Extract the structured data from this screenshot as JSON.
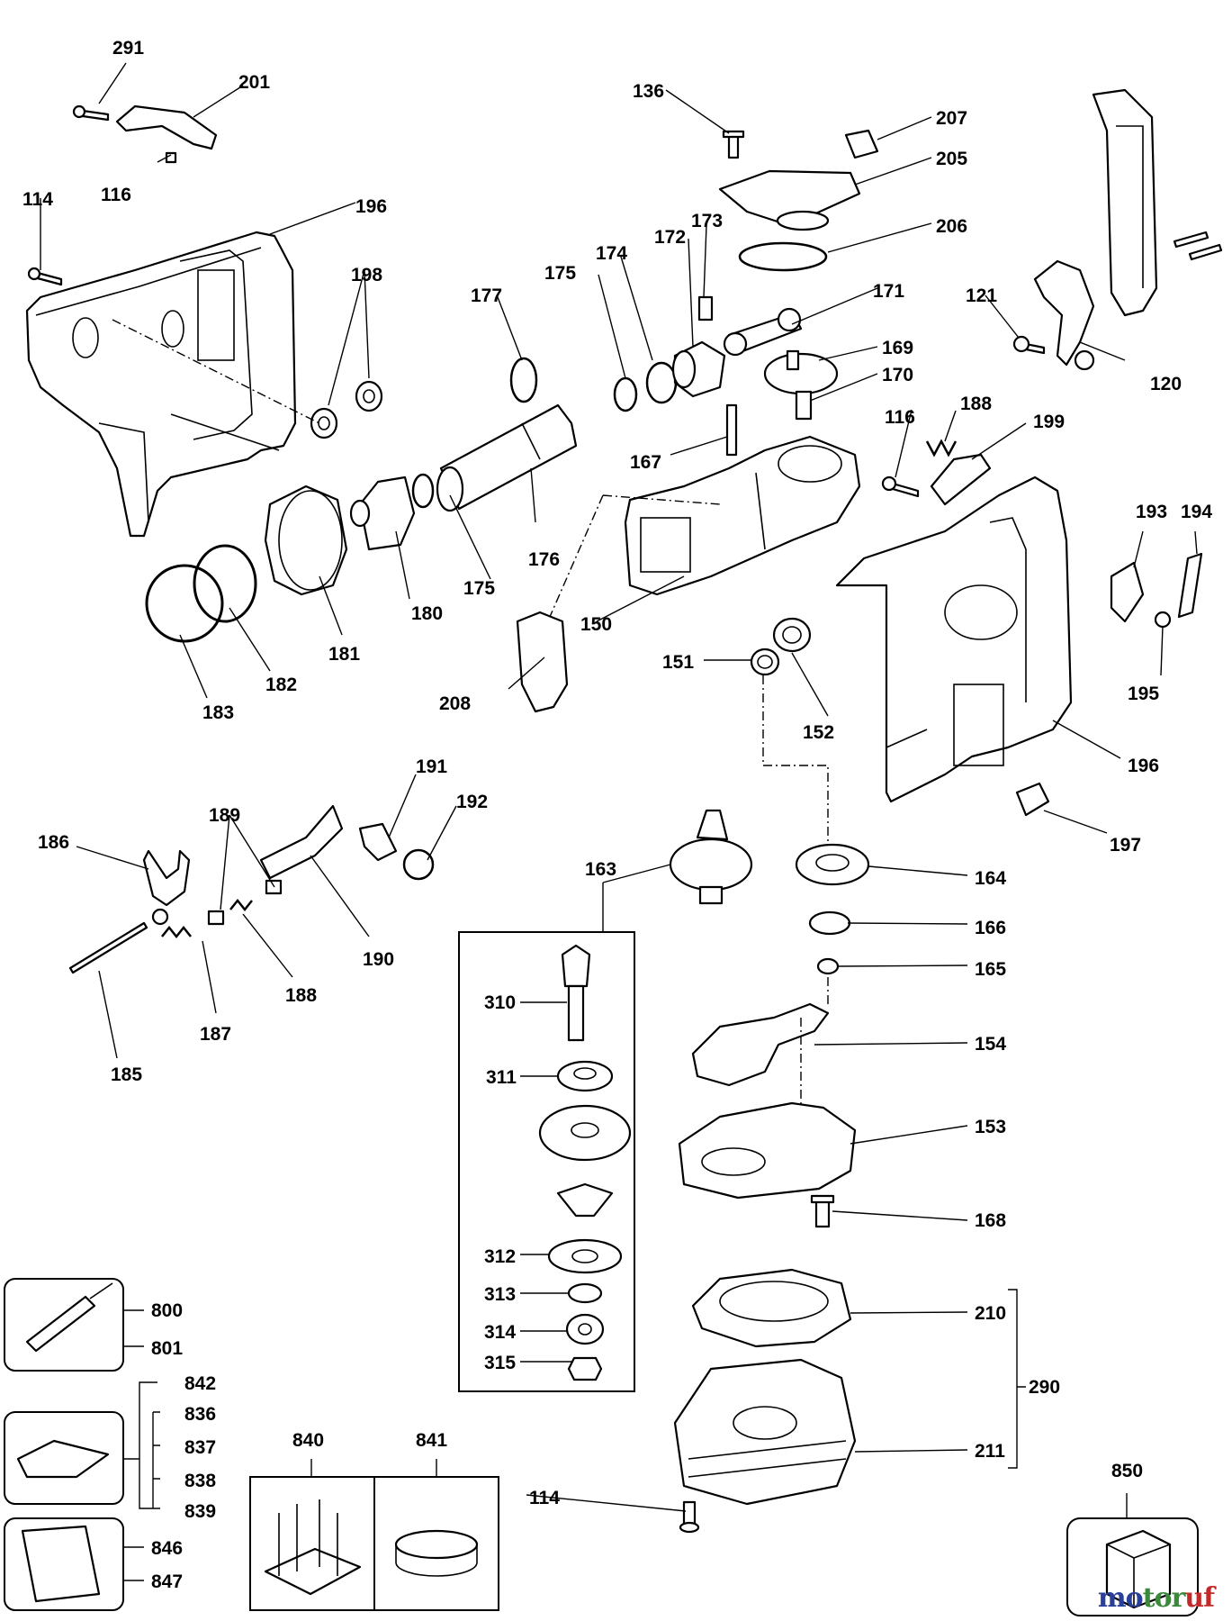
{
  "labels": {
    "l291": "291",
    "l201": "201",
    "l116a": "116",
    "l114a": "114",
    "l196a": "196",
    "l198": "198",
    "l136": "136",
    "l207": "207",
    "l205": "205",
    "l206": "206",
    "l177": "177",
    "l175a": "175",
    "l174": "174",
    "l172": "172",
    "l173": "173",
    "l171": "171",
    "l169": "169",
    "l170": "170",
    "l167": "167",
    "l121": "121",
    "l120": "120",
    "l116b": "116",
    "l188a": "188",
    "l199": "199",
    "l176": "176",
    "l175b": "175",
    "l180": "180",
    "l181": "181",
    "l182": "182",
    "l183": "183",
    "l150": "150",
    "l208": "208",
    "l151": "151",
    "l152": "152",
    "l193": "193",
    "l194": "194",
    "l195": "195",
    "l196b": "196",
    "l197": "197",
    "l191": "191",
    "l192": "192",
    "l189": "189",
    "l186": "186",
    "l190": "190",
    "l188b": "188",
    "l187": "187",
    "l185": "185",
    "l163": "163",
    "l164": "164",
    "l166": "166",
    "l165": "165",
    "l154": "154",
    "l153": "153",
    "l168": "168",
    "l310": "310",
    "l311": "311",
    "l312": "312",
    "l313": "313",
    "l314": "314",
    "l315": "315",
    "l210": "210",
    "l290": "290",
    "l211": "211",
    "l800": "800",
    "l801": "801",
    "l842": "842",
    "l836": "836",
    "l837": "837",
    "l838": "838",
    "l839": "839",
    "l846": "846",
    "l847": "847",
    "l840": "840",
    "l841": "841",
    "l114b": "114",
    "l850": "850"
  },
  "watermark": {
    "part1": "mo",
    "part2": "tor",
    "part3": "uf"
  }
}
